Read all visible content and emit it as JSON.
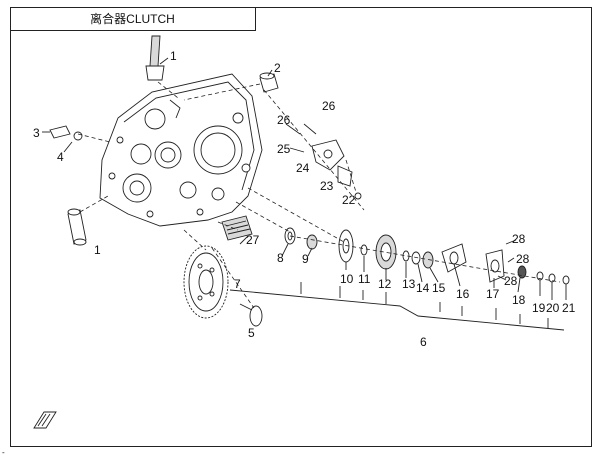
{
  "title": "离合器CLUTCH",
  "callouts": [
    "1",
    "2",
    "1",
    "3",
    "4",
    "1",
    "26",
    "26",
    "25",
    "24",
    "23",
    "22",
    "27",
    "8",
    "9",
    "10",
    "11",
    "12",
    "13",
    "14",
    "15",
    "16",
    "28",
    "28",
    "28",
    "17",
    "18",
    "19",
    "20",
    "21",
    "7",
    "6",
    "5"
  ],
  "footer_mark": "-"
}
